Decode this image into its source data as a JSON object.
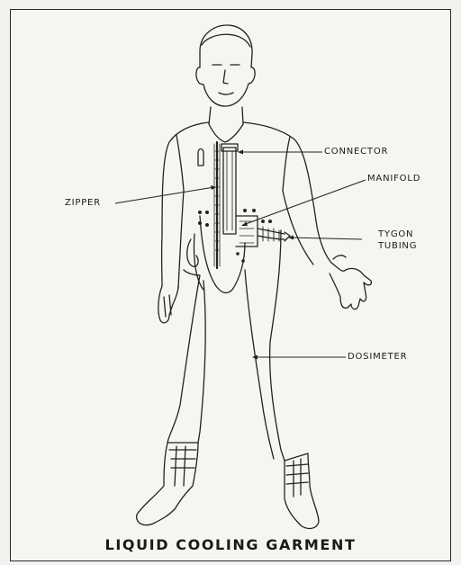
{
  "figure": {
    "caption": "LIQUID COOLING GARMENT",
    "labels": {
      "connector": "CONNECTOR",
      "manifold": "MANIFOLD",
      "zipper": "ZIPPER",
      "tygon_line1": "TYGON",
      "tygon_line2": "TUBING",
      "dosimeter": "DOSIMETER"
    }
  }
}
